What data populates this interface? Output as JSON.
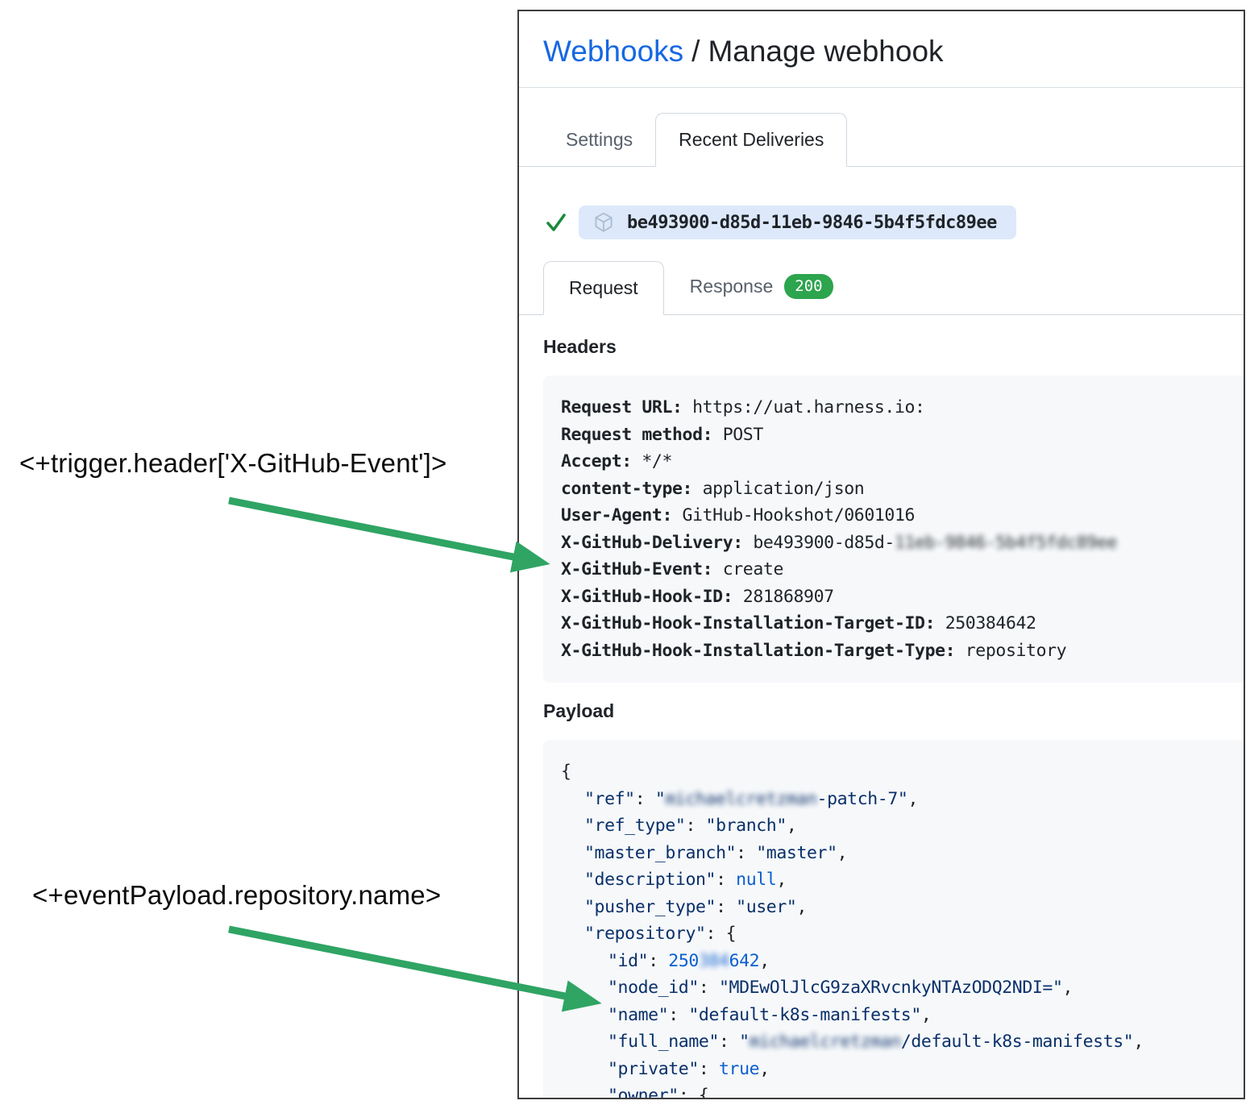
{
  "page": {
    "breadcrumb_link": "Webhooks",
    "breadcrumb_sep": "/",
    "title": "Manage webhook"
  },
  "tabs": {
    "settings": "Settings",
    "recent_deliveries": "Recent Deliveries"
  },
  "delivery": {
    "guid": "be493900-d85d-11eb-9846-5b4f5fdc89ee",
    "status": "success"
  },
  "subtabs": {
    "request": "Request",
    "response": "Response",
    "response_code": "200"
  },
  "sections": {
    "headers_title": "Headers",
    "payload_title": "Payload"
  },
  "headers": [
    {
      "name": "Request URL:",
      "value": "https://uat.harness.io:"
    },
    {
      "name": "Request method:",
      "value": "POST"
    },
    {
      "name": "Accept:",
      "value": "*/*"
    },
    {
      "name": "content-type:",
      "value": "application/json"
    },
    {
      "name": "User-Agent:",
      "value": "GitHub-Hookshot/0601016"
    },
    {
      "name": "X-GitHub-Delivery:",
      "value": "be493900-d85d-",
      "value_blurred": "11eb-9846-5b4f5fdc89ee"
    },
    {
      "name": "X-GitHub-Event:",
      "value": "create"
    },
    {
      "name": "X-GitHub-Hook-ID:",
      "value": "281868907"
    },
    {
      "name": "X-GitHub-Hook-Installation-Target-ID:",
      "value": "250384642"
    },
    {
      "name": "X-GitHub-Hook-Installation-Target-Type:",
      "value": "repository"
    }
  ],
  "payload_lines": [
    {
      "indent": 0,
      "tokens": [
        {
          "c": "pun",
          "x": "{"
        }
      ]
    },
    {
      "indent": 1,
      "tokens": [
        {
          "c": "key",
          "x": "\"ref\""
        },
        {
          "c": "pun",
          "x": ": "
        },
        {
          "c": "str",
          "x": "\""
        },
        {
          "c": "str",
          "x": "michaelcretzman",
          "blur": true
        },
        {
          "c": "str",
          "x": "-patch-7\""
        },
        {
          "c": "pun",
          "x": ","
        }
      ]
    },
    {
      "indent": 1,
      "tokens": [
        {
          "c": "key",
          "x": "\"ref_type\""
        },
        {
          "c": "pun",
          "x": ": "
        },
        {
          "c": "str",
          "x": "\"branch\""
        },
        {
          "c": "pun",
          "x": ","
        }
      ]
    },
    {
      "indent": 1,
      "tokens": [
        {
          "c": "key",
          "x": "\"master_branch\""
        },
        {
          "c": "pun",
          "x": ": "
        },
        {
          "c": "str",
          "x": "\"master\""
        },
        {
          "c": "pun",
          "x": ","
        }
      ]
    },
    {
      "indent": 1,
      "tokens": [
        {
          "c": "key",
          "x": "\"description\""
        },
        {
          "c": "pun",
          "x": ": "
        },
        {
          "c": "num",
          "x": "null"
        },
        {
          "c": "pun",
          "x": ","
        }
      ]
    },
    {
      "indent": 1,
      "tokens": [
        {
          "c": "key",
          "x": "\"pusher_type\""
        },
        {
          "c": "pun",
          "x": ": "
        },
        {
          "c": "str",
          "x": "\"user\""
        },
        {
          "c": "pun",
          "x": ","
        }
      ]
    },
    {
      "indent": 1,
      "tokens": [
        {
          "c": "key",
          "x": "\"repository\""
        },
        {
          "c": "pun",
          "x": ": {"
        }
      ]
    },
    {
      "indent": 2,
      "tokens": [
        {
          "c": "key",
          "x": "\"id\""
        },
        {
          "c": "pun",
          "x": ": "
        },
        {
          "c": "num",
          "x": "250"
        },
        {
          "c": "num",
          "x": "384",
          "blur": true
        },
        {
          "c": "num",
          "x": "642"
        },
        {
          "c": "pun",
          "x": ","
        }
      ]
    },
    {
      "indent": 2,
      "tokens": [
        {
          "c": "key",
          "x": "\"node_id\""
        },
        {
          "c": "pun",
          "x": ": "
        },
        {
          "c": "str",
          "x": "\"MDEwOlJlcG9zaXRvcnkyNTAzODQ2NDI=\""
        },
        {
          "c": "pun",
          "x": ","
        }
      ]
    },
    {
      "indent": 2,
      "tokens": [
        {
          "c": "key",
          "x": "\"name\""
        },
        {
          "c": "pun",
          "x": ": "
        },
        {
          "c": "str",
          "x": "\"default-k8s-manifests\""
        },
        {
          "c": "pun",
          "x": ","
        }
      ]
    },
    {
      "indent": 2,
      "tokens": [
        {
          "c": "key",
          "x": "\"full_name\""
        },
        {
          "c": "pun",
          "x": ": "
        },
        {
          "c": "str",
          "x": "\""
        },
        {
          "c": "str",
          "x": "michaelcretzman",
          "blur": true
        },
        {
          "c": "str",
          "x": "/default-k8s-manifests\""
        },
        {
          "c": "pun",
          "x": ","
        }
      ]
    },
    {
      "indent": 2,
      "tokens": [
        {
          "c": "key",
          "x": "\"private\""
        },
        {
          "c": "pun",
          "x": ": "
        },
        {
          "c": "num",
          "x": "true"
        },
        {
          "c": "pun",
          "x": ","
        }
      ]
    },
    {
      "indent": 2,
      "tokens": [
        {
          "c": "key",
          "x": "\"owner\""
        },
        {
          "c": "pun",
          "x": ": {"
        }
      ]
    }
  ],
  "annotations": [
    {
      "label": "<+trigger.header['X-GitHub-Event']>"
    },
    {
      "label": "<+eventPayload.repository.name>"
    }
  ],
  "colors": {
    "link_blue": "#1568e2",
    "badge_green": "#2da44e",
    "check_green": "#1a8a3c",
    "arrow_green": "#2fa463",
    "pill_blue": "#dde9fb",
    "code_bg": "#f6f8fa",
    "json_key_navy": "#0a3069",
    "json_const_blue": "#0b5fd0"
  }
}
